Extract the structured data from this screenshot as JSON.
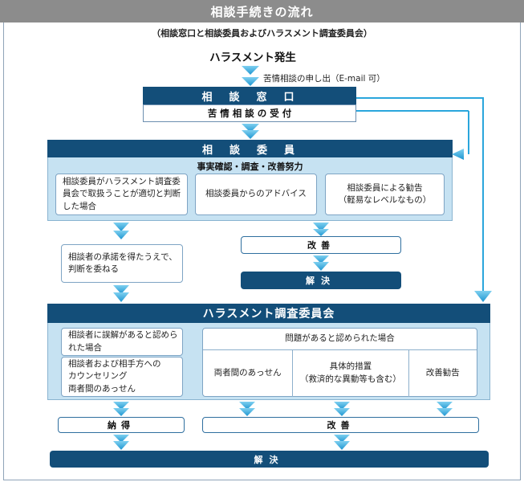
{
  "title": "相談手続きの流れ",
  "subtitle": "（相談窓口と相談委員およびハラスメント調査委員会）",
  "start": "ハラスメント発生",
  "request_note": "苦情相談の申し出（E-mail 可）",
  "window": {
    "title": "相　談　窓　口",
    "task": "苦 情 相 談 の 受 付"
  },
  "counselor": {
    "title": "相　談　委　員",
    "task": "事実確認・調査・改善努力",
    "box1": "相談委員がハラスメント調査委員会で取扱うことが適切と判断した場合",
    "box2": "相談委員からのアドバイス",
    "box3_line1": "相談委員による勧告",
    "box3_line2": "（軽易なレベルなもの）"
  },
  "consent": "相談者の承諾を得たうえで、判断を委ねる",
  "kaizen": "改善",
  "kaiketsu": "解決",
  "committee": {
    "title": "ハラスメント調査委員会",
    "left1": "相談者に誤解があると認められた場合",
    "left2_line1": "相談者および相手方への",
    "left2_line2": "カウンセリング",
    "left2_line3": "両者間のあっせん",
    "problem": "問題があると認められた場合",
    "cell1": "両者間のあっせん",
    "cell2_line1": "具体的措置",
    "cell2_line2": "（救済的な異動等も含む）",
    "cell3": "改善勧告"
  },
  "nattoku": "納得",
  "kaizen2": "改善",
  "kaiketsu_final": "解決",
  "colors": {
    "dark": "#134e79",
    "panel": "#c6e2f2",
    "arrow": "#2aa6dc",
    "header": "#8c8c8c"
  }
}
